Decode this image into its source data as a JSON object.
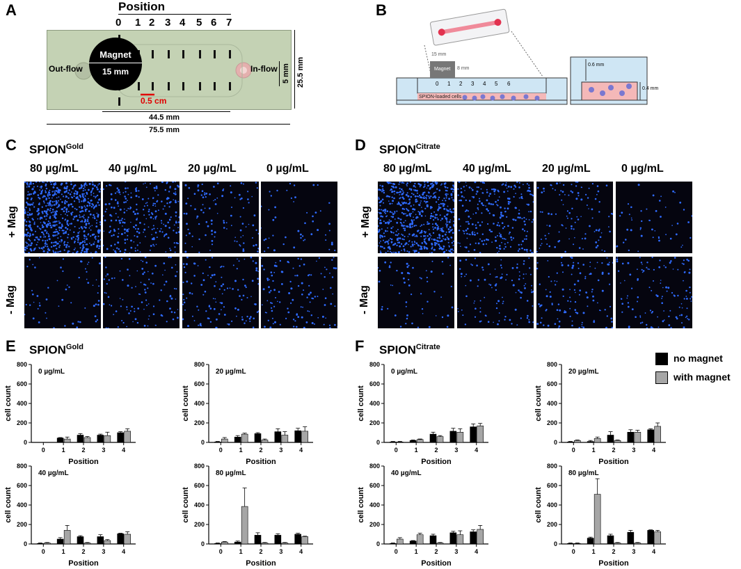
{
  "panels": {
    "A": {
      "letter": "A",
      "position_title": "Position",
      "positions": [
        "0",
        "1",
        "2",
        "3",
        "4",
        "5",
        "6",
        "7"
      ],
      "magnet_label": "Magnet",
      "magnet_size": "15 mm",
      "outflow": "Out-flow",
      "inflow": "In-flow",
      "scale": "0.5 cm",
      "dim_5": "5 mm",
      "dim_25_5": "25.5 mm",
      "dim_44_5": "44.5 mm",
      "dim_75_5": "75.5 mm"
    },
    "B": {
      "letter": "B",
      "dim_15": "15 mm",
      "magnet": "Magnet",
      "dim_8": "8 mm",
      "positions": [
        "0",
        "1",
        "2",
        "3",
        "4",
        "5",
        "6"
      ],
      "cells": "SPION-loaded cells",
      "dim_06": "0.6 mm",
      "dim_04": "0.4 mm"
    },
    "C": {
      "letter": "C",
      "title_base": "SPION",
      "title_sup": "Gold"
    },
    "D": {
      "letter": "D",
      "title_base": "SPION",
      "title_sup": "Citrate"
    },
    "E": {
      "letter": "E",
      "title_base": "SPION",
      "title_sup": "Gold"
    },
    "F": {
      "letter": "F",
      "title_base": "SPION",
      "title_sup": "Citrate"
    }
  },
  "concentrations": [
    "80 µg/mL",
    "40 µg/mL",
    "20 µg/mL",
    "0 µg/mL"
  ],
  "mag_labels": {
    "plus": "+ Mag",
    "minus": "- Mag"
  },
  "legend": {
    "no_magnet": "no magnet",
    "with_magnet": "with magnet"
  },
  "colors": {
    "no_magnet": "#000000",
    "with_magnet": "#a6a6a6",
    "cells": "#2f6bff",
    "slide": "#c4d2b4",
    "magnet": "#000000",
    "channel_fill": "#f4b8b8"
  },
  "chart_data": [
    {
      "panel": "E",
      "label": "0 µg/mL",
      "type": "bar",
      "xlabel": "Position",
      "ylabel": "cell count",
      "ylim": [
        0,
        800
      ],
      "yticks": [
        0,
        200,
        400,
        600,
        800
      ],
      "categories": [
        "0",
        "1",
        "2",
        "3",
        "4"
      ],
      "series": [
        {
          "name": "no magnet",
          "values": [
            0,
            45,
            75,
            75,
            100
          ],
          "err": [
            0,
            5,
            15,
            10,
            10
          ]
        },
        {
          "name": "with magnet",
          "values": [
            0,
            35,
            50,
            70,
            115
          ],
          "err": [
            0,
            20,
            10,
            35,
            25
          ]
        }
      ]
    },
    {
      "panel": "E",
      "label": "20 µg/mL",
      "type": "bar",
      "xlabel": "Position",
      "ylabel": "cell count",
      "ylim": [
        0,
        800
      ],
      "yticks": [
        0,
        200,
        400,
        600,
        800
      ],
      "categories": [
        "0",
        "1",
        "2",
        "3",
        "4"
      ],
      "series": [
        {
          "name": "no magnet",
          "values": [
            5,
            55,
            90,
            110,
            120
          ],
          "err": [
            5,
            15,
            10,
            30,
            25
          ]
        },
        {
          "name": "with magnet",
          "values": [
            35,
            85,
            25,
            75,
            115
          ],
          "err": [
            15,
            10,
            10,
            35,
            45
          ]
        }
      ]
    },
    {
      "panel": "E",
      "label": "40 µg/mL",
      "type": "bar",
      "xlabel": "Position",
      "ylabel": "cell count",
      "ylim": [
        0,
        800
      ],
      "yticks": [
        0,
        200,
        400,
        600,
        800
      ],
      "categories": [
        "0",
        "1",
        "2",
        "3",
        "4"
      ],
      "series": [
        {
          "name": "no magnet",
          "values": [
            5,
            50,
            75,
            75,
            105
          ],
          "err": [
            5,
            15,
            10,
            20,
            5
          ]
        },
        {
          "name": "with magnet",
          "values": [
            10,
            140,
            10,
            35,
            100
          ],
          "err": [
            5,
            50,
            5,
            10,
            25
          ]
        }
      ]
    },
    {
      "panel": "E",
      "label": "80 µg/mL",
      "type": "bar",
      "xlabel": "Position",
      "ylabel": "cell count",
      "ylim": [
        0,
        800
      ],
      "yticks": [
        0,
        200,
        400,
        600,
        800
      ],
      "categories": [
        "0",
        "1",
        "2",
        "3",
        "4"
      ],
      "series": [
        {
          "name": "no magnet",
          "values": [
            5,
            20,
            90,
            90,
            100
          ],
          "err": [
            5,
            10,
            25,
            15,
            10
          ]
        },
        {
          "name": "with magnet",
          "values": [
            20,
            385,
            10,
            10,
            75
          ],
          "err": [
            5,
            190,
            5,
            5,
            5
          ]
        }
      ]
    },
    {
      "panel": "F",
      "label": "0 µg/mL",
      "type": "bar",
      "xlabel": "Position",
      "ylabel": "cell count",
      "ylim": [
        0,
        800
      ],
      "yticks": [
        0,
        200,
        400,
        600,
        800
      ],
      "categories": [
        "0",
        "1",
        "2",
        "3",
        "4"
      ],
      "series": [
        {
          "name": "no magnet",
          "values": [
            5,
            20,
            85,
            115,
            160
          ],
          "err": [
            5,
            5,
            20,
            30,
            30
          ]
        },
        {
          "name": "with magnet",
          "values": [
            5,
            30,
            60,
            105,
            170
          ],
          "err": [
            5,
            5,
            10,
            35,
            25
          ]
        }
      ]
    },
    {
      "panel": "F",
      "label": "20 µg/mL",
      "type": "bar",
      "xlabel": "Position",
      "ylabel": "cell count",
      "ylim": [
        0,
        800
      ],
      "yticks": [
        0,
        200,
        400,
        600,
        800
      ],
      "categories": [
        "0",
        "1",
        "2",
        "3",
        "4"
      ],
      "series": [
        {
          "name": "no magnet",
          "values": [
            5,
            10,
            75,
            105,
            130
          ],
          "err": [
            5,
            10,
            35,
            25,
            10
          ]
        },
        {
          "name": "with magnet",
          "values": [
            20,
            40,
            20,
            105,
            165
          ],
          "err": [
            5,
            15,
            5,
            20,
            35
          ]
        }
      ]
    },
    {
      "panel": "F",
      "label": "40 µg/mL",
      "type": "bar",
      "xlabel": "Position",
      "ylabel": "cell count",
      "ylim": [
        0,
        800
      ],
      "yticks": [
        0,
        200,
        400,
        600,
        800
      ],
      "categories": [
        "0",
        "1",
        "2",
        "3",
        "4"
      ],
      "series": [
        {
          "name": "no magnet",
          "values": [
            5,
            30,
            85,
            115,
            125
          ],
          "err": [
            5,
            5,
            15,
            15,
            20
          ]
        },
        {
          "name": "with magnet",
          "values": [
            50,
            95,
            10,
            95,
            150
          ],
          "err": [
            15,
            15,
            5,
            40,
            40
          ]
        }
      ]
    },
    {
      "panel": "F",
      "label": "80 µg/mL",
      "type": "bar",
      "xlabel": "Position",
      "ylabel": "cell count",
      "ylim": [
        0,
        800
      ],
      "yticks": [
        0,
        200,
        400,
        600,
        800
      ],
      "categories": [
        "0",
        "1",
        "2",
        "3",
        "4"
      ],
      "series": [
        {
          "name": "no magnet",
          "values": [
            5,
            60,
            85,
            120,
            140
          ],
          "err": [
            5,
            10,
            15,
            20,
            5
          ]
        },
        {
          "name": "with magnet",
          "values": [
            5,
            510,
            10,
            10,
            125
          ],
          "err": [
            5,
            160,
            5,
            5,
            15
          ]
        }
      ]
    }
  ]
}
